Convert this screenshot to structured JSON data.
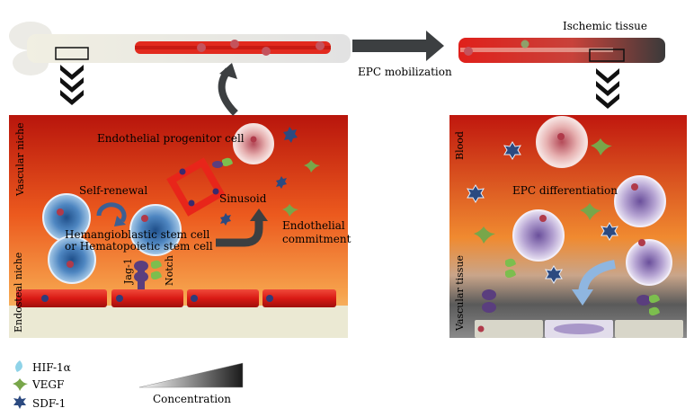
{
  "labels": {
    "ischemic_tissue": "Ischemic tissue",
    "epc_mobilization": "EPC mobilization",
    "vascular_niche": "Vascular niche",
    "endosteal_niche": "Endosteal niche",
    "endothelial_progenitor_cell": "Endothelial progenitor cell",
    "self_renewal": "Self-renewal",
    "sinusoid": "Sinusoid",
    "stem_cell_line1": "Hemangioblastic stem cell",
    "stem_cell_line2": "or Hematopoietic stem cell",
    "endothelial_commitment_line1": "Endothelial",
    "endothelial_commitment_line2": "commitment",
    "jag1": "Jag-1",
    "notch": "Notch",
    "blood": "Blood",
    "vascular_tissue": "Vascular tissue",
    "epc_differentiation": "EPC differentiation"
  },
  "legend": {
    "items": [
      {
        "label": "HIF-1α",
        "icon": "hif-1a-icon"
      },
      {
        "label": "VEGF",
        "icon": "vegf-icon"
      },
      {
        "label": "SDF-1",
        "icon": "sdf-1-icon"
      }
    ],
    "concentration_label": "Concentration"
  },
  "colors": {
    "niche_top": "#c0170e",
    "niche_mid": "#ee6a22",
    "niche_low": "#f6b55c",
    "bone_base": "#e9e6cf",
    "vessel_red": "#e0201b",
    "stem_cell_blue": "#5a94c8",
    "epc_purple": "#9b82bd",
    "vegf_green": "#78a64a",
    "sdf1_navy": "#2c4a80",
    "hif_cyan": "#8fd3e8",
    "arrow_gray": "#3c3f41"
  }
}
